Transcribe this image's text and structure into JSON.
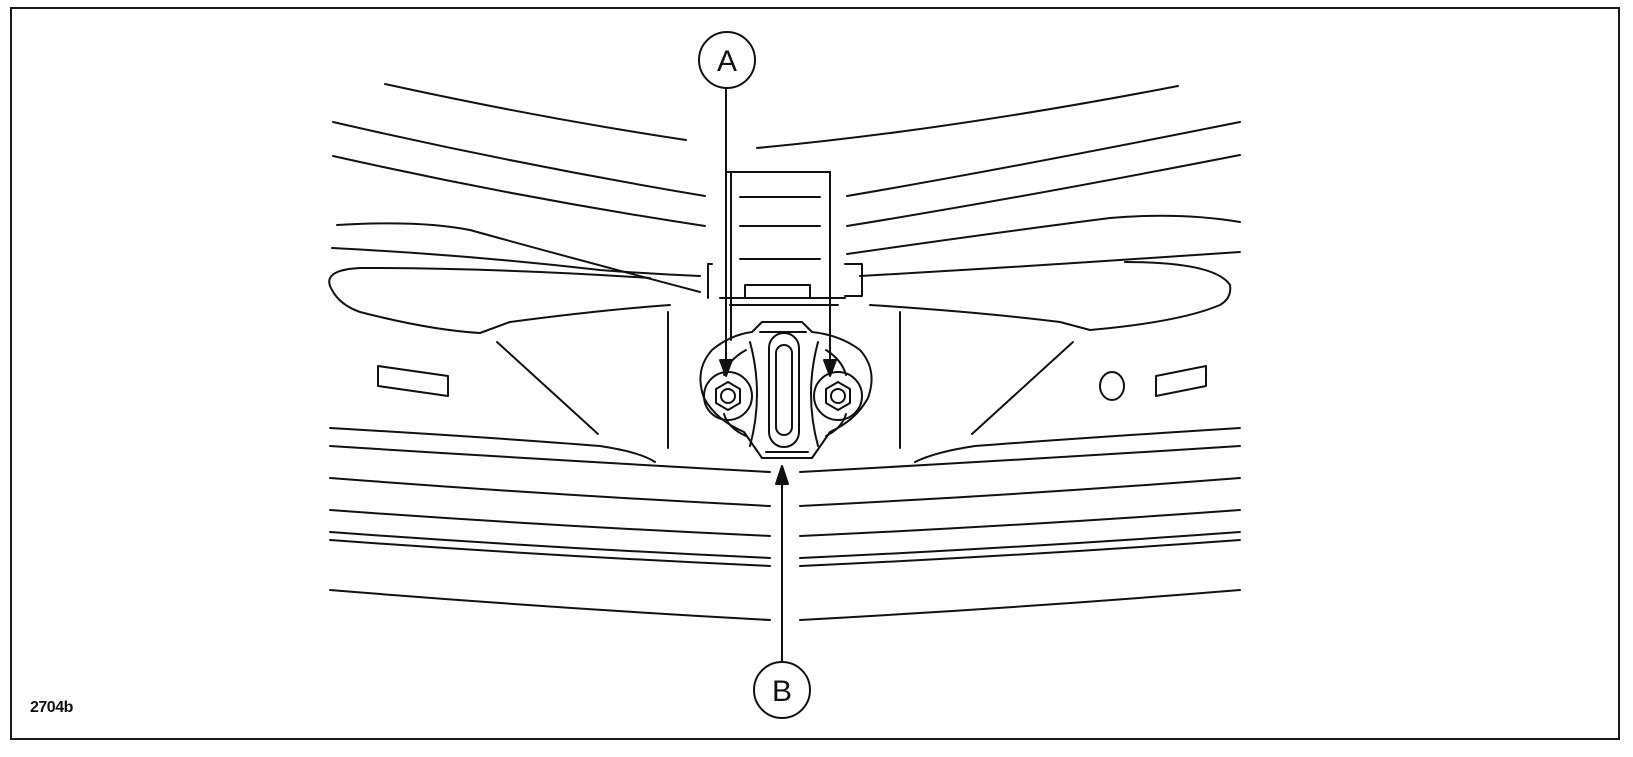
{
  "diagram": {
    "reference_code": "2704b",
    "callouts": [
      {
        "id": "A",
        "label": "A"
      },
      {
        "id": "B",
        "label": "B"
      }
    ],
    "line_color": "#111111",
    "background_color": "#ffffff"
  }
}
